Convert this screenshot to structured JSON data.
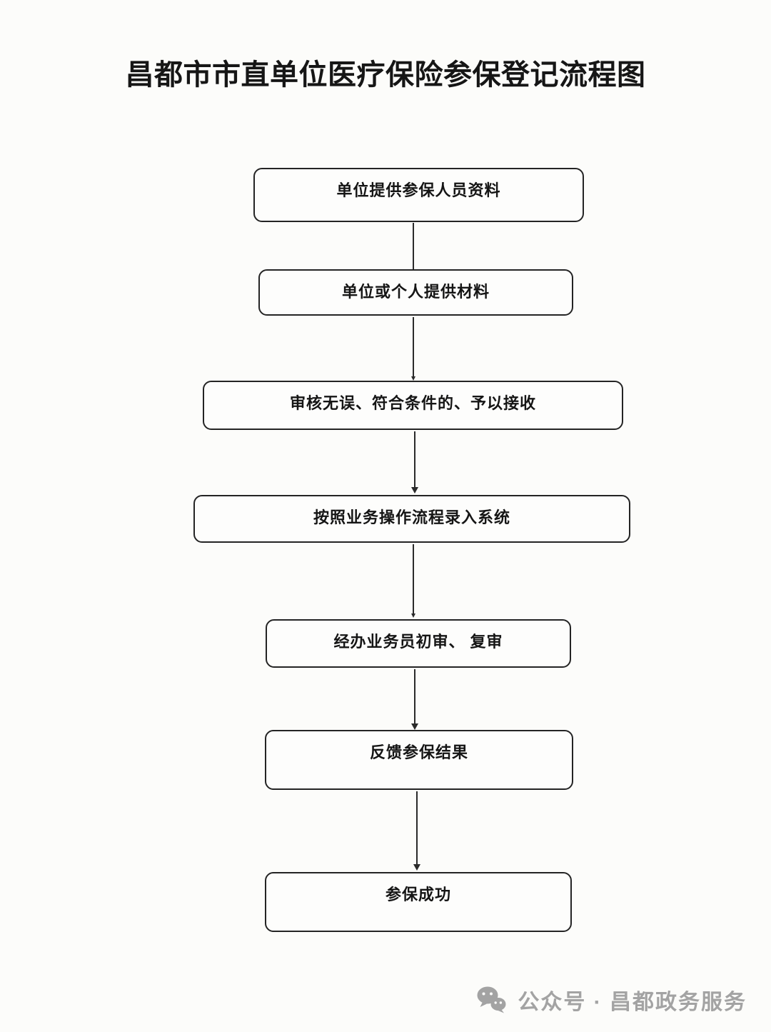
{
  "page": {
    "title": "昌都市市直单位医疗保险参保登记流程图"
  },
  "flowchart": {
    "type": "vertical-flow",
    "steps": [
      {
        "label": "单位提供参保人员资料"
      },
      {
        "label": "单位或个人提供材料"
      },
      {
        "label": "审核无误、符合条件的、予以接收"
      },
      {
        "label": "按照业务操作流程录入系统"
      },
      {
        "label": "经办业务员初审、 复审"
      },
      {
        "label": "反馈参保结果"
      },
      {
        "label": "参保成功"
      }
    ]
  },
  "footer": {
    "label": "公众号 · 昌都政务服务",
    "icon": "wechat-icon"
  },
  "colors": {
    "ink": "#242424",
    "paper": "#fcfcfa",
    "watermark_gray": "#a3a3a3"
  }
}
